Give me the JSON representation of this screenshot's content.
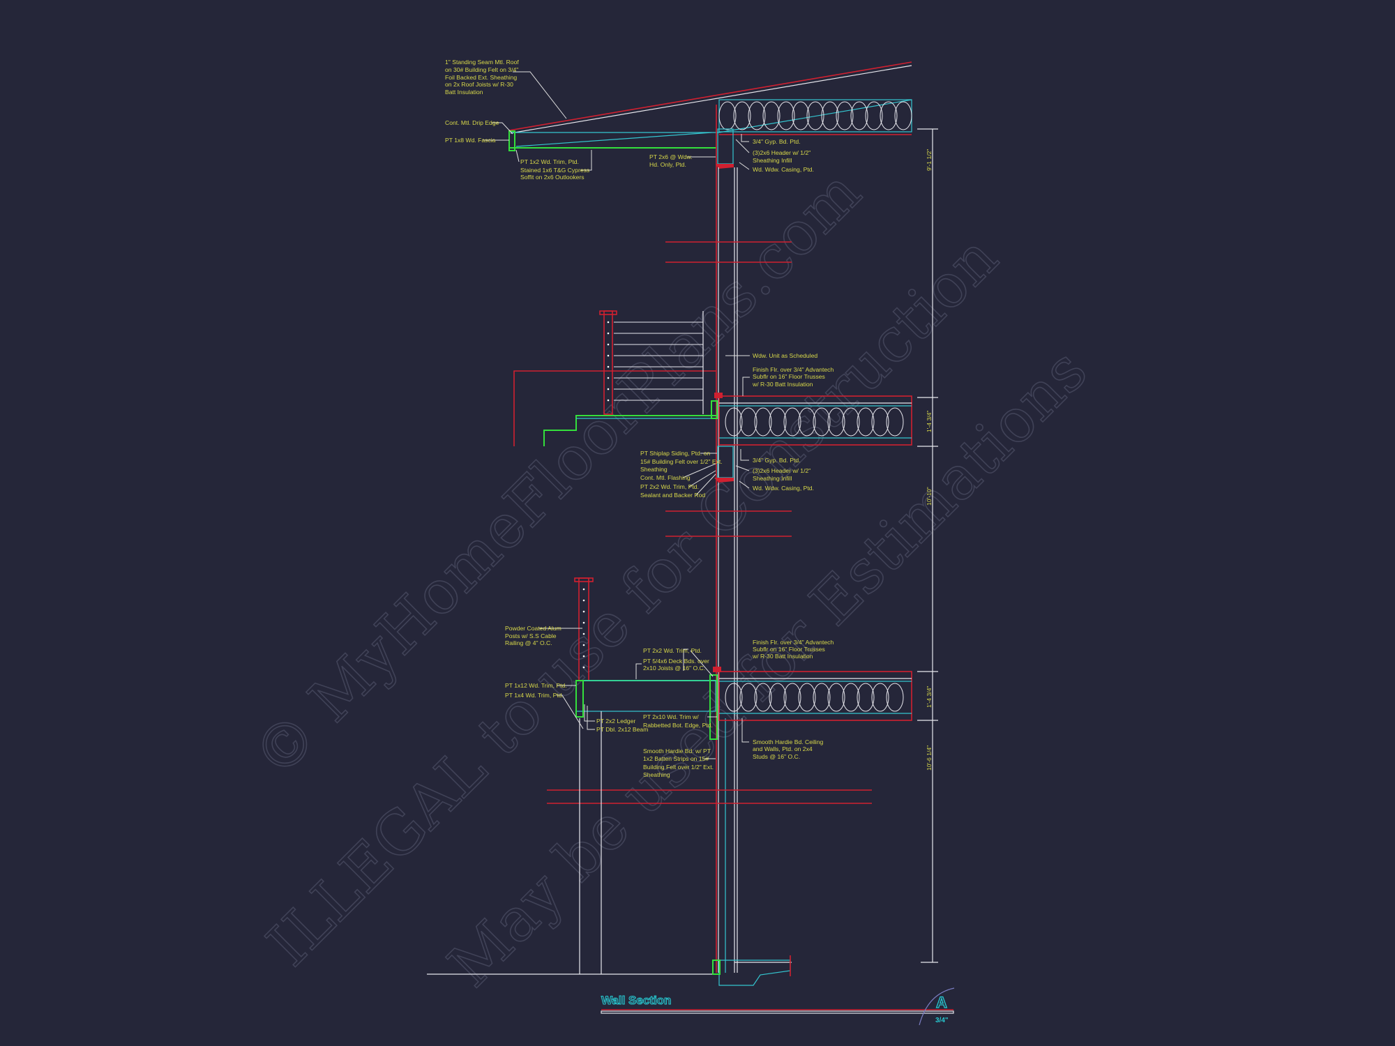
{
  "drawing": {
    "title": "Wall Section",
    "section_mark": "A",
    "scale": "3/4\"",
    "watermark": [
      "© MyHomeFloorPlans.com",
      "ILLEGAL to use for Construction",
      "May be used for Estimations"
    ],
    "colors": {
      "background": "#252639",
      "wall": "#d02030",
      "trim": "#34e03c",
      "framing": "#34c6d0",
      "text": "#d8d84a"
    }
  },
  "dimensions": [
    "9'-1 1/2\"",
    "1'-4 3/4\"",
    "10'-10\"",
    "1'-4 3/4\"",
    "10'-6 1/4\""
  ],
  "labels": {
    "roof": [
      "1\" Standing Seam Mtl. Roof",
      "on 30# Building Felt on 3/4\"",
      "Foil Backed Ext. Sheathing",
      "on 2x Roof Joists w/ R-30",
      "Batt Insulation"
    ],
    "drip_edge": [
      "Cont. Mtl. Drip Edge"
    ],
    "fascia": [
      "PT 1x8 Wd. Fascia"
    ],
    "soffit": [
      "PT 1x2 Wd. Trim, Ptd.",
      "Stained 1x6 T&G Cypress",
      "Soffit on 2x6 Outlookers"
    ],
    "wdw_hd": [
      "PT 2x6 @ Wdw.",
      "Hd. Only, Ptd."
    ],
    "gyp_1": [
      "3/4\" Gyp. Bd. Ptd."
    ],
    "header_1": [
      "(3)2x6 Header w/ 1/2\"",
      "Sheathing Infill"
    ],
    "casing_1": [
      "Wd. Wdw. Casing, Ptd."
    ],
    "wdw_unit": [
      "Wdw. Unit as Scheduled"
    ],
    "floor_1": [
      "Finish Flr. over 3/4\" Advantech",
      "Subflr on 16\" Floor Trusses",
      "w/ R-30 Batt Insulation"
    ],
    "shiplap": [
      "PT Shiplap Siding, Ptd. on",
      "15# Building Felt over 1/2\" Ext.",
      "Sheathing",
      "Cont. Mtl. Flashing",
      "PT 2x2 Wd. Trim, Ptd.",
      "Sealant and Backer Rod"
    ],
    "gyp_2": [
      "3/4\" Gyp. Bd. Ptd."
    ],
    "header_2": [
      "(3)2x6 Header w/ 1/2\"",
      "Sheathing Infill"
    ],
    "casing_2": [
      "Wd. Wdw. Casing, Ptd."
    ],
    "railing": [
      "Powder Coated Alum",
      "Posts w/ S.S Cable",
      "Railing @ 4\" O.C."
    ],
    "floor_2": [
      "Finish Flr. over 3/4\" Advantech",
      "Subflr on 16\" Floor Trusses",
      "w/ R-30 Batt Insulation"
    ],
    "deck_trim": [
      "PT 2x2 Wd. Trim, Ptd."
    ],
    "deck_boards": [
      "PT 5/4x6 Deck Bds. over",
      "2x10 Joists @ 16\" O.C."
    ],
    "trim_1x12": [
      "PT 1x12 Wd. Trim, Ptd."
    ],
    "trim_1x4": [
      "PT 1x4 Wd. Trim, Ptd."
    ],
    "ledger": [
      "PT 2x2 Ledger",
      "PT Dbl. 2x12 Beam"
    ],
    "trim_2x10": [
      "PT 2x10 Wd. Trim w/",
      "Rabbetted Bot. Edge, Ptd."
    ],
    "hardie_ceiling": [
      "Smooth Hardie Bd. Ceiling",
      "and Walls, Ptd. on 2x4",
      "Studs @ 16\" O.C."
    ],
    "hardie_batten": [
      "Smooth Hardie Bd. w/ PT",
      "1x2 Batten Strips on 15#",
      "Building Felt over 1/2\" Ext.",
      "Sheathing"
    ]
  }
}
